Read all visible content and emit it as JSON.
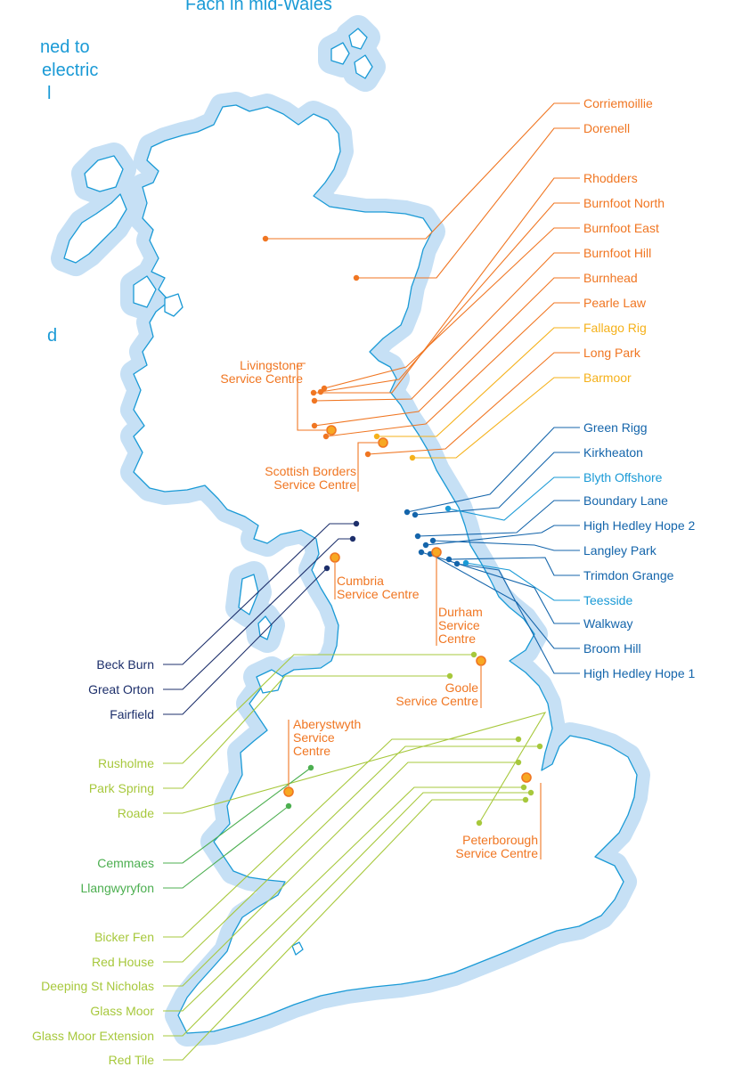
{
  "intro_fragments": [
    "Fach in mid-Wales",
    "ned to",
    "electric",
    "l",
    "d"
  ],
  "colors": {
    "sea": "#c6e0f5",
    "land": "#ffffff",
    "coast": "#1a9ad6",
    "orange": "#f07622",
    "yellow": "#f5b11a",
    "blue": "#1465ab",
    "lightblue": "#1a9ad6",
    "navy": "#1d2f6b",
    "lime": "#a7c83c",
    "green": "#4caf50",
    "centre_fill": "#f7a823",
    "centre_stroke": "#f07622"
  },
  "sites": [
    {
      "name": "Corriemoillie",
      "color": "orange"
    },
    {
      "name": "Dorenell",
      "color": "orange"
    },
    {
      "name": "Rhodders",
      "color": "orange"
    },
    {
      "name": "Burnfoot North",
      "color": "orange"
    },
    {
      "name": "Burnfoot East",
      "color": "orange"
    },
    {
      "name": "Burnfoot Hill",
      "color": "orange"
    },
    {
      "name": "Burnhead",
      "color": "orange"
    },
    {
      "name": "Pearle Law",
      "color": "orange"
    },
    {
      "name": "Fallago Rig",
      "color": "yellow"
    },
    {
      "name": "Long Park",
      "color": "orange"
    },
    {
      "name": "Barmoor",
      "color": "yellow"
    },
    {
      "name": "Green Rigg",
      "color": "blue"
    },
    {
      "name": "Kirkheaton",
      "color": "blue"
    },
    {
      "name": "Blyth Offshore",
      "color": "lightblue"
    },
    {
      "name": "Boundary Lane",
      "color": "blue"
    },
    {
      "name": "High Hedley Hope 2",
      "color": "blue"
    },
    {
      "name": "Langley Park",
      "color": "blue"
    },
    {
      "name": "Trimdon Grange",
      "color": "blue"
    },
    {
      "name": "Teesside",
      "color": "lightblue"
    },
    {
      "name": "Walkway",
      "color": "blue"
    },
    {
      "name": "Broom Hill",
      "color": "blue"
    },
    {
      "name": "High Hedley Hope 1",
      "color": "blue"
    },
    {
      "name": "Beck Burn",
      "color": "navy"
    },
    {
      "name": "Great Orton",
      "color": "navy"
    },
    {
      "name": "Fairfield",
      "color": "navy"
    },
    {
      "name": "Rusholme",
      "color": "lime"
    },
    {
      "name": "Park Spring",
      "color": "lime"
    },
    {
      "name": "Roade",
      "color": "lime"
    },
    {
      "name": "Cemmaes",
      "color": "green"
    },
    {
      "name": "Llangwyryfon",
      "color": "green"
    },
    {
      "name": "Bicker Fen",
      "color": "lime"
    },
    {
      "name": "Red House",
      "color": "lime"
    },
    {
      "name": "Deeping St Nicholas",
      "color": "lime"
    },
    {
      "name": "Glass Moor",
      "color": "lime"
    },
    {
      "name": "Glass Moor Extension",
      "color": "lime"
    },
    {
      "name": "Red Tile",
      "color": "lime"
    }
  ],
  "service_centres": [
    {
      "name": "Livingstone Service Centre",
      "lines": [
        "Livingstone",
        "Service Centre"
      ]
    },
    {
      "name": "Scottish Borders Service Centre",
      "lines": [
        "Scottish Borders",
        "Service Centre"
      ]
    },
    {
      "name": "Cumbria Service Centre",
      "lines": [
        "Cumbria",
        "Service Centre"
      ]
    },
    {
      "name": "Durham Service Centre",
      "lines": [
        "Durham",
        "Service",
        "Centre"
      ]
    },
    {
      "name": "Goole Service Centre",
      "lines": [
        "Goole",
        "Service Centre"
      ]
    },
    {
      "name": "Aberystwyth Service Centre",
      "lines": [
        "Aberystwyth",
        "Service",
        "Centre"
      ]
    },
    {
      "name": "Peterborough Service Centre",
      "lines": [
        "Peterborough",
        "Service Centre"
      ]
    }
  ]
}
